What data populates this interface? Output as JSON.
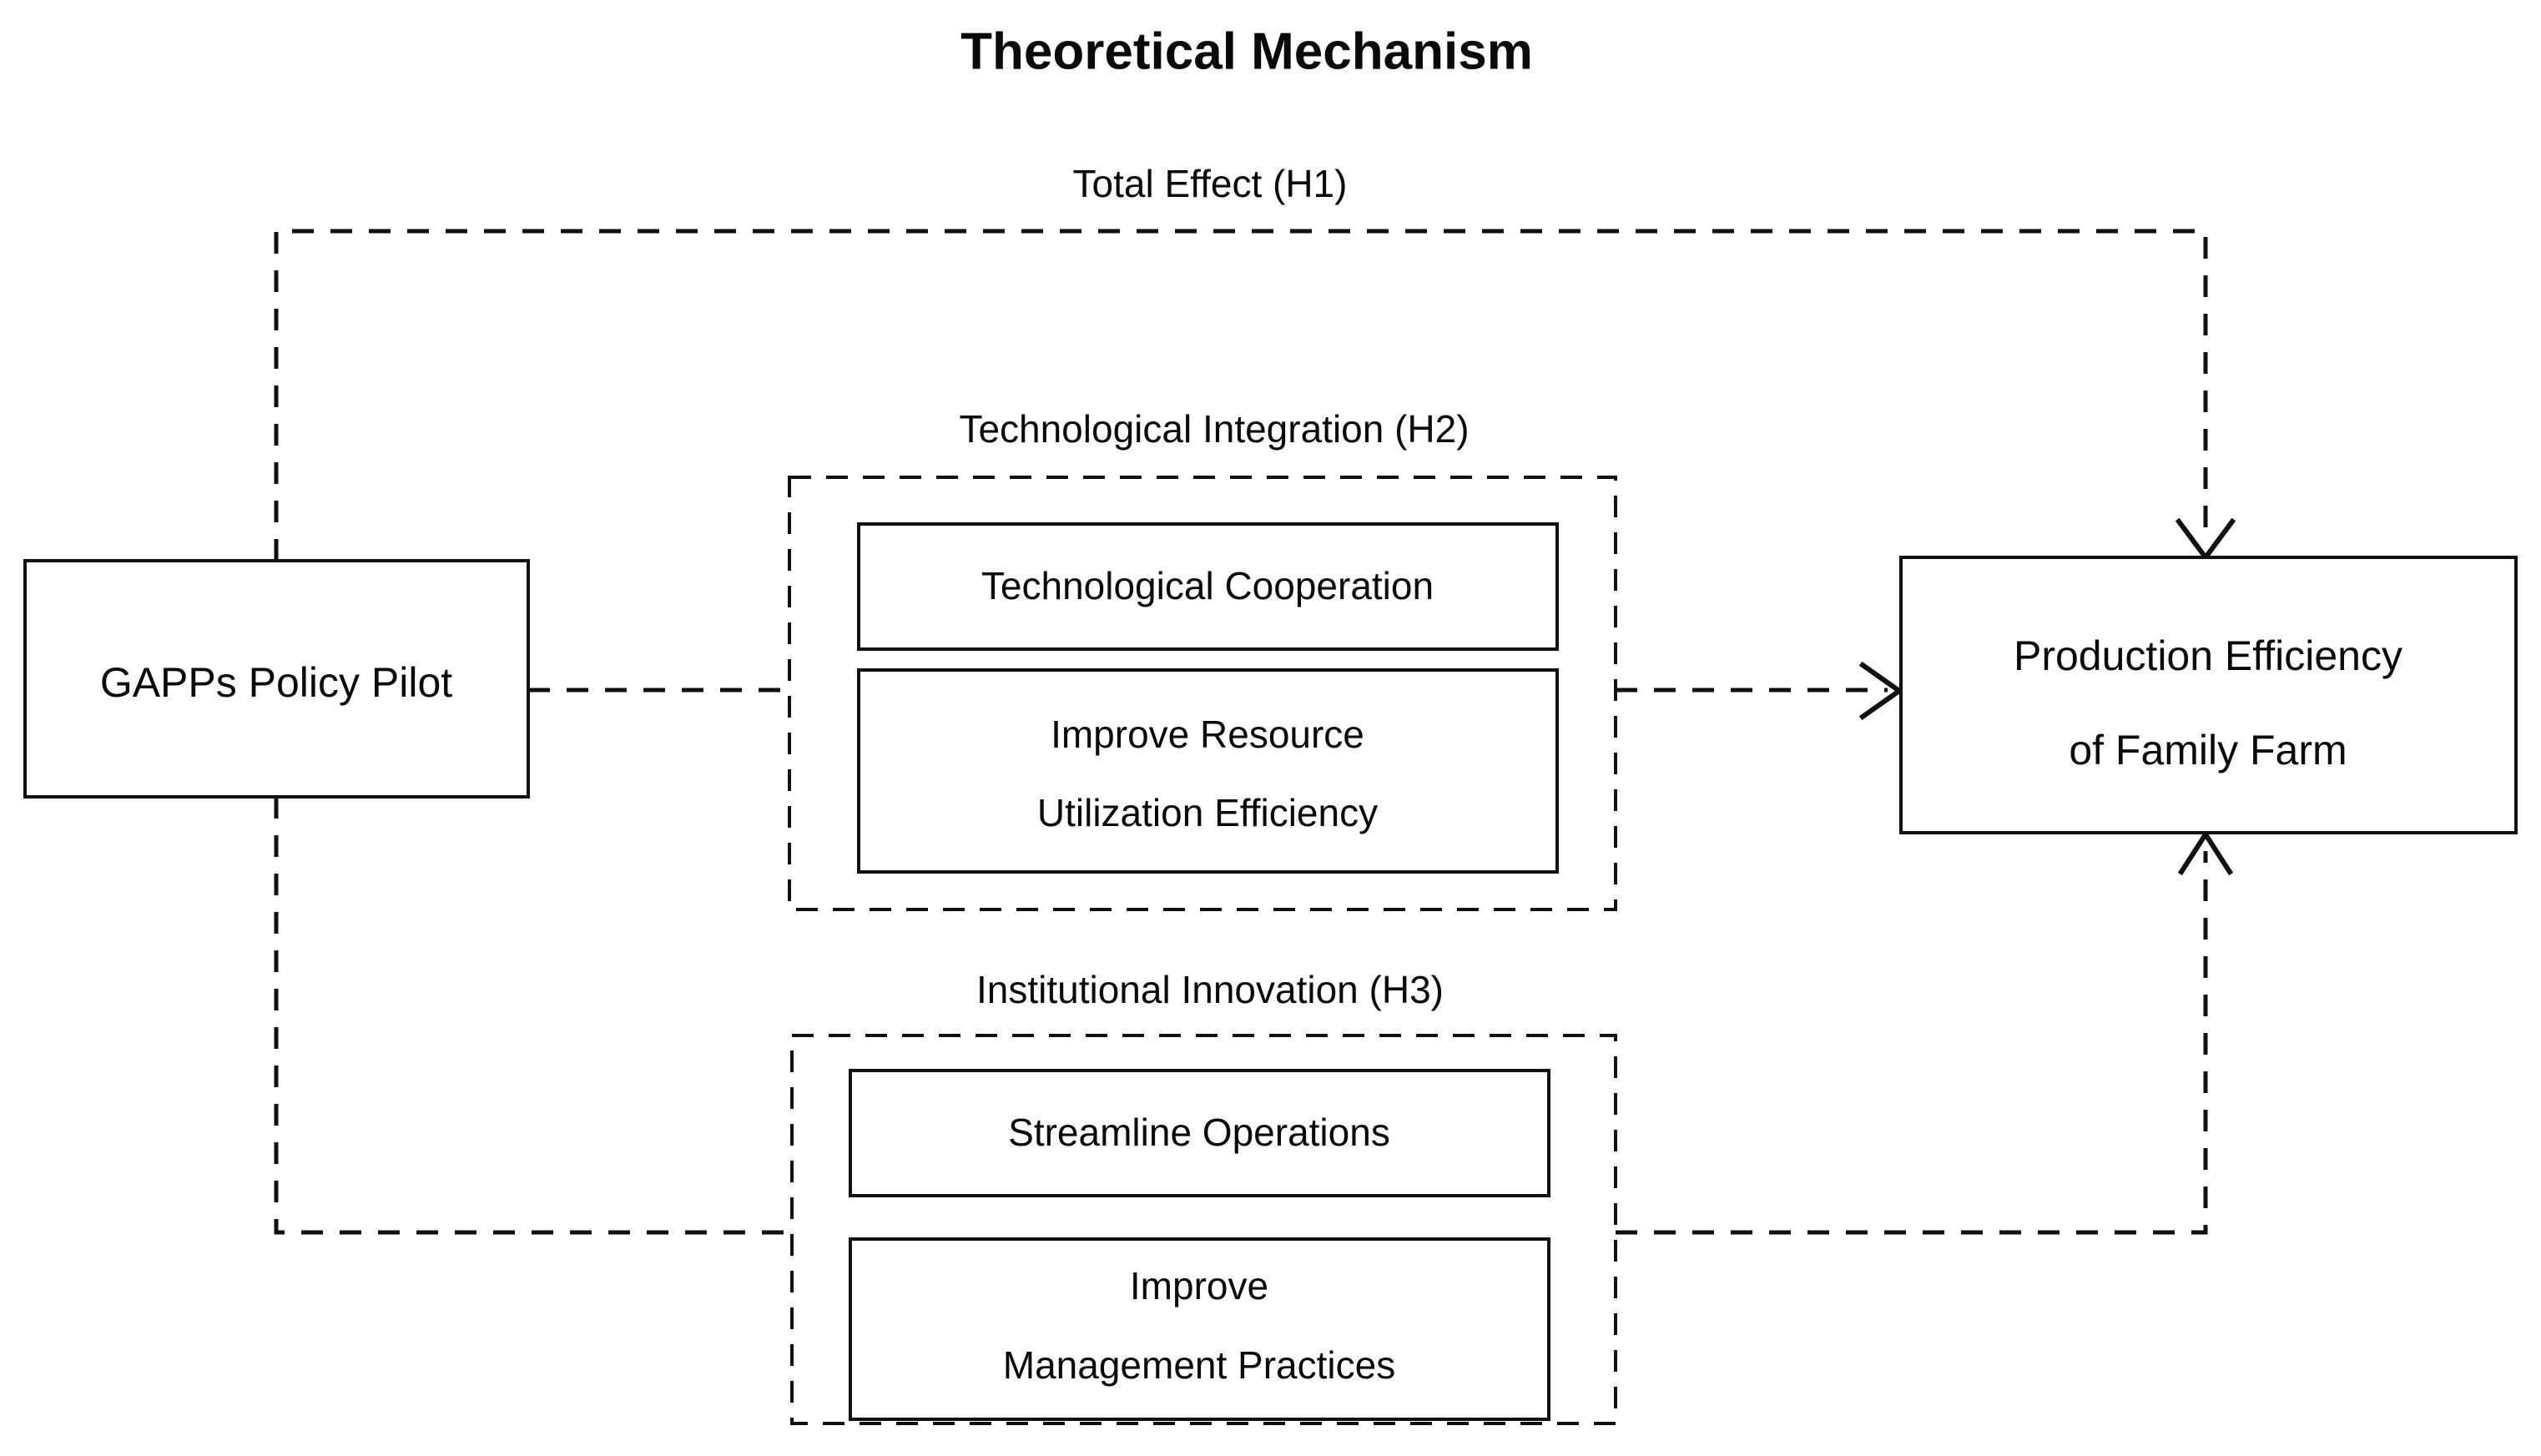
{
  "title": "Theoretical Mechanism",
  "nodes": {
    "source": {
      "label": "GAPPs Policy Pilot"
    },
    "outcome": {
      "line1": "Production Efficiency",
      "line2": "of Family Farm"
    }
  },
  "paths": {
    "h1": {
      "label": "Total Effect (H1)"
    },
    "h2": {
      "label": "Technological Integration (H2)",
      "boxes": [
        {
          "line1": "Technological Cooperation",
          "line2": ""
        },
        {
          "line1": "Improve Resource",
          "line2": "Utilization Efficiency"
        }
      ]
    },
    "h3": {
      "label": "Institutional Innovation (H3)",
      "boxes": [
        {
          "line1": "Streamline Operations",
          "line2": ""
        },
        {
          "line1": "Improve",
          "line2": "Management Practices"
        }
      ]
    }
  },
  "style": {
    "background": "#ffffff",
    "stroke": "#111111",
    "text": "#0a0a0a"
  }
}
